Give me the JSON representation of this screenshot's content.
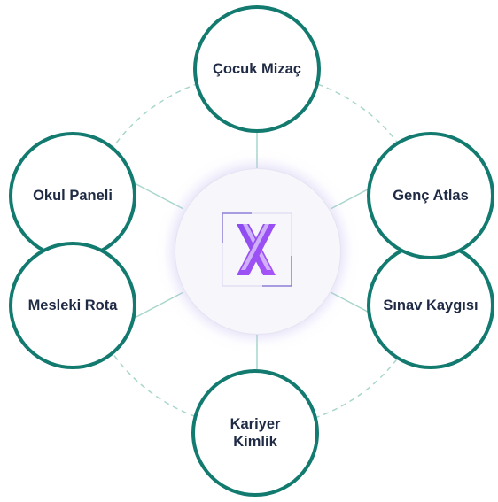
{
  "center": {
    "logo_icon": "x-logo-icon",
    "accent_start": "#7b3fe4",
    "accent_end": "#a855f7"
  },
  "ring_color": "#9fd1c6",
  "node_border_color": "#127a6f",
  "nodes": [
    {
      "label": "Çocuk Mizaç"
    },
    {
      "label": "Okul Paneli"
    },
    {
      "label": "Mesleki Rota"
    },
    {
      "label": "Kariyer\nKimlik"
    },
    {
      "label": "Sınav Kaygısı"
    },
    {
      "label": "Genç Atlas"
    }
  ]
}
